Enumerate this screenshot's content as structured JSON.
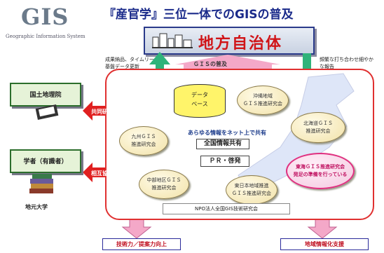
{
  "logo": {
    "text": "GIS",
    "subtitle": "Geographic Information System"
  },
  "title": "『産官学』三位一体でのGISの普及",
  "gov": {
    "label": "地方自治体",
    "icon": "city-buildings-icon"
  },
  "notes": {
    "left": "成果納品、タイムリーな基盤データ更新",
    "right": "頻繁な打ち合わせ細やかな報告"
  },
  "center_banner": "ＧＩＳの普及",
  "sources": [
    {
      "label": "国土地理院",
      "link": "共同研究"
    },
    {
      "label": "学者（有識者）",
      "sub": "地元大学",
      "link": "相互協力"
    }
  ],
  "database": "データ\nベース",
  "ovals": [
    "沖縄地域\nＧＩＳ推進研究会",
    "九州ＧＩＳ\n推進研究会",
    "中部地区ＧＩＳ\n推進研究会",
    "東日本地域推進\nＧＩＳ推進研究会",
    "北海道ＧＩＳ\n推進研究会"
  ],
  "highlight_oval": "東海ＧＩＳ推進研究会\n発足の準備を行っている",
  "net_label": "あらゆる情報をネット上で共有",
  "info_share": "全国情報共有",
  "pr_label": "ＰＲ・啓発",
  "npo": "NPO法人全国GIS技術研究会",
  "bottom": {
    "left": "技術力／提案力向上",
    "right": "地域情報化支援"
  },
  "colors": {
    "title": "#1a2a8a",
    "accent_red": "#d01418",
    "frame_red": "#e03030",
    "arrow_green": "#2fb37a",
    "arrow_pink": "#f4a8c8"
  }
}
